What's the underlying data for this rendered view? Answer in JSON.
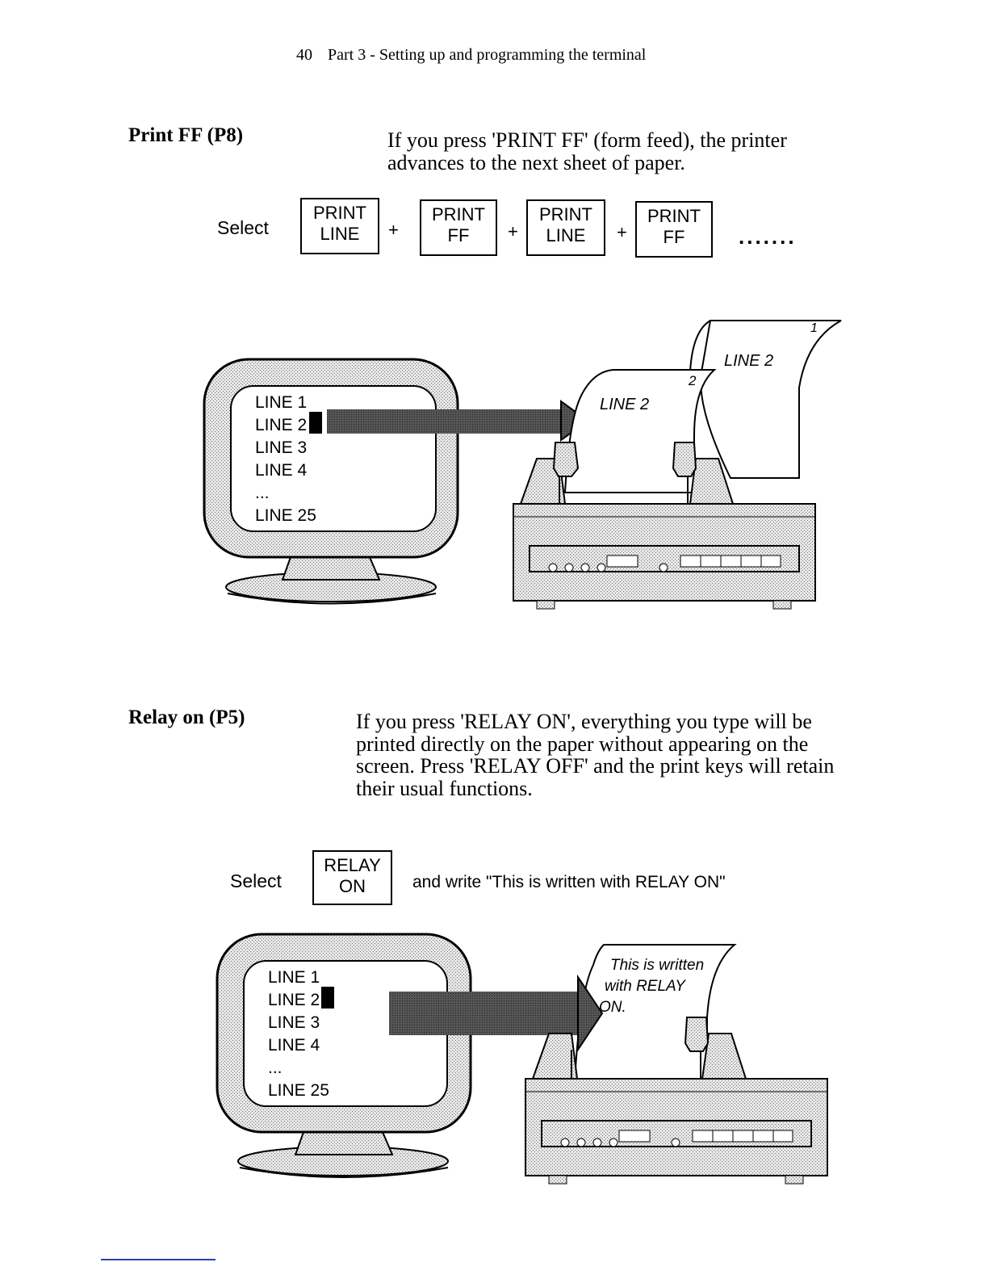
{
  "header": {
    "page_number": "40",
    "running_title": "Part 3 - Setting up and programming the terminal"
  },
  "section_print_ff": {
    "title": "Print FF (P8)",
    "body_lines": [
      "If you press 'PRINT FF' (form feed), the printer",
      "advances to the next sheet of paper."
    ],
    "select_label": "Select",
    "keys": [
      {
        "line1": "PRINT",
        "line2": "LINE"
      },
      {
        "line1": "PRINT",
        "line2": "FF"
      },
      {
        "line1": "PRINT",
        "line2": "LINE"
      },
      {
        "line1": "PRINT",
        "line2": "FF"
      }
    ],
    "plus": "+",
    "continuation": ".......",
    "screen_lines": [
      "LINE 1",
      "LINE 2",
      "LINE 3",
      "LINE 4",
      "...",
      "LINE 25"
    ],
    "paper_labels": {
      "sheet1_number": "1",
      "sheet1_text": "LINE 2",
      "sheet2_number": "2",
      "sheet2_text": "LINE 2"
    }
  },
  "section_relay_on": {
    "title": "Relay on (P5)",
    "body_lines": [
      "If you press 'RELAY ON', everything you type will be",
      "printed directly on the paper without appearing on the",
      "screen. Press 'RELAY OFF' and the print keys will retain",
      "their usual functions."
    ],
    "select_label": "Select",
    "key": {
      "line1": "RELAY",
      "line2": "ON"
    },
    "instruction": "and write \"This is written with RELAY ON\"",
    "screen_lines": [
      "LINE 1",
      "LINE 2",
      "LINE 3",
      "LINE 4",
      "...",
      "LINE 25"
    ],
    "paper_lines": [
      "This is written",
      "with RELAY",
      "ON."
    ]
  }
}
